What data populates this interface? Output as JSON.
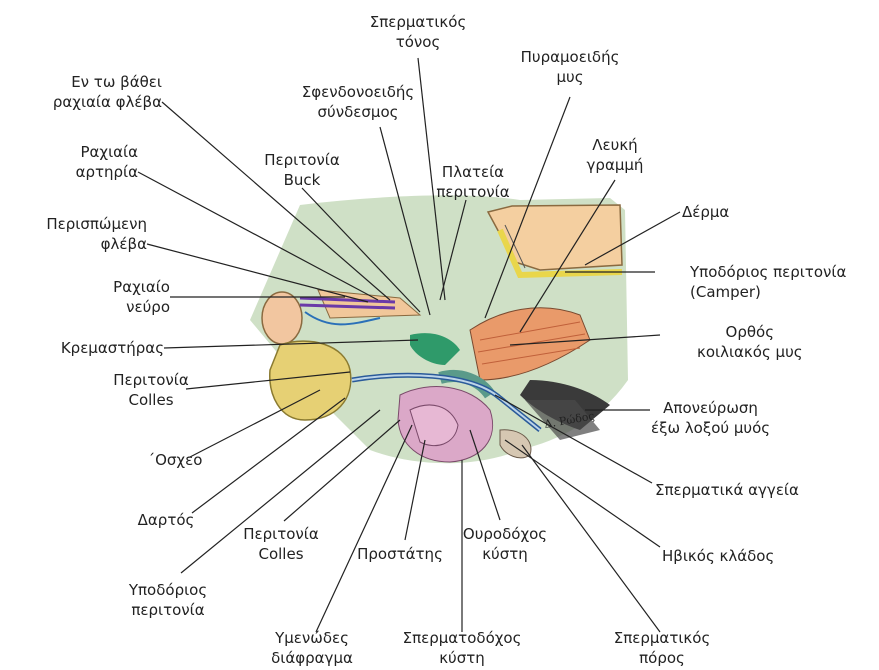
{
  "signature": "Δ. Ρώδος",
  "labels": {
    "spermatikos_tonos": [
      "Σπερματικός",
      "τόνος"
    ],
    "pyramoeidis": [
      "Πυραμοειδής",
      "μυς"
    ],
    "en_to_vathei": [
      "Εν τω βάθει",
      "ραχιαία φλέβα"
    ],
    "sfendonoeidis": [
      "Σφενδονοειδής",
      "σύνδεσμος"
    ],
    "lefki_grammi": [
      "Λευκή",
      "γραμμή"
    ],
    "rachiaia_artiria": [
      "Ραχιαία",
      "αρτηρία"
    ],
    "peritonia_buck": [
      "Περιτονία",
      "Buck"
    ],
    "plateia_peritonia": [
      "Πλατεία",
      "περιτονία"
    ],
    "derma": [
      "Δέρμα"
    ],
    "perispomeni": [
      "Περισπώμενη",
      "φλέβα"
    ],
    "ypodorios_camper": [
      "Υποδόριος περιτονία",
      "(Camper)"
    ],
    "rachiaio_nevro": [
      "Ραχιαίο",
      "νεύρο"
    ],
    "orthos": [
      "Ορθός",
      "κοιλιακός μυς"
    ],
    "kremastiras": [
      "Κρεμαστήρας"
    ],
    "peritonia_colles_1": [
      "Περιτονία",
      "Colles"
    ],
    "aponevrosi": [
      "Απονεύρωση",
      "έξω λοξού μυός"
    ],
    "oscheo": [
      "΄Οσχεο"
    ],
    "spermatika_aggeia": [
      "Σπερματικά αγγεία"
    ],
    "dartos": [
      "Δαρτός"
    ],
    "peritonia_colles_2": [
      "Περιτονία",
      "Colles"
    ],
    "ourodochos": [
      "Ουροδόχος",
      "κύστη"
    ],
    "prostatis": [
      "Προστάτης"
    ],
    "ivikos": [
      "Ηβικός κλάδος"
    ],
    "ypodorios_peritonia": [
      "Υποδόριος",
      "περιτονία"
    ],
    "ymenodes": [
      "Υμενώδες",
      "διάφραγμα"
    ],
    "spermatodochos": [
      "Σπερματοδόχος",
      "κύστη"
    ],
    "spermatikos_poros": [
      "Σπερματικός",
      "πόρος"
    ]
  }
}
